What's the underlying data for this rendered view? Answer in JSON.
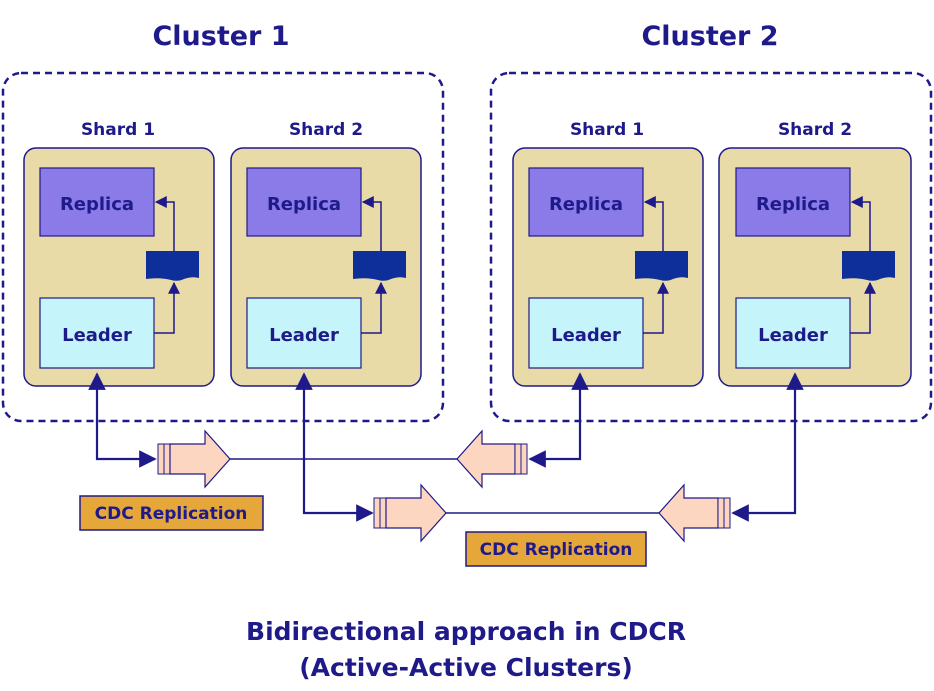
{
  "clusters": [
    {
      "title": "Cluster 1",
      "shards": [
        {
          "title": "Shard 1",
          "replica": "Replica",
          "leader": "Leader"
        },
        {
          "title": "Shard 2",
          "replica": "Replica",
          "leader": "Leader"
        }
      ]
    },
    {
      "title": "Cluster 2",
      "shards": [
        {
          "title": "Shard 1",
          "replica": "Replica",
          "leader": "Leader"
        },
        {
          "title": "Shard 2",
          "replica": "Replica",
          "leader": "Leader"
        }
      ]
    }
  ],
  "cdc_labels": [
    "CDC Replication",
    "CDC Replication"
  ],
  "caption": {
    "line1": "Bidirectional approach in CDCR",
    "line2": "(Active-Active Clusters)"
  },
  "colors": {
    "ink": "#1f1a8a",
    "shard_fill": "#e9dba8",
    "replica_fill": "#8a7be8",
    "leader_fill": "#c6f4fb",
    "log_fill": "#0e2f9a",
    "arrow_fill": "#fcd6c0",
    "cdc_fill": "#e6a73a"
  },
  "icons": [
    "replication-log-icon",
    "transfer-arrow-icon"
  ]
}
